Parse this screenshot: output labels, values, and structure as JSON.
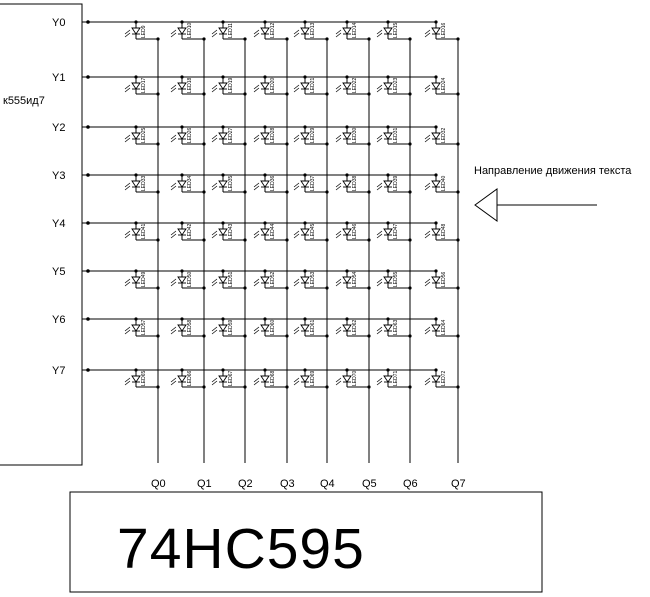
{
  "decoder": {
    "part": "к555ид7",
    "outputs": [
      "Y0",
      "Y1",
      "Y2",
      "Y3",
      "Y4",
      "Y5",
      "Y6",
      "Y7"
    ]
  },
  "shift_register": {
    "part": "74HC595",
    "outputs": [
      "Q0",
      "Q1",
      "Q2",
      "Q3",
      "Q4",
      "Q5",
      "Q6",
      "Q7"
    ]
  },
  "matrix": {
    "rows": 8,
    "cols": 8,
    "led_prefix": "LED",
    "first_index": 9
  },
  "direction_note": "Направление движения текста"
}
